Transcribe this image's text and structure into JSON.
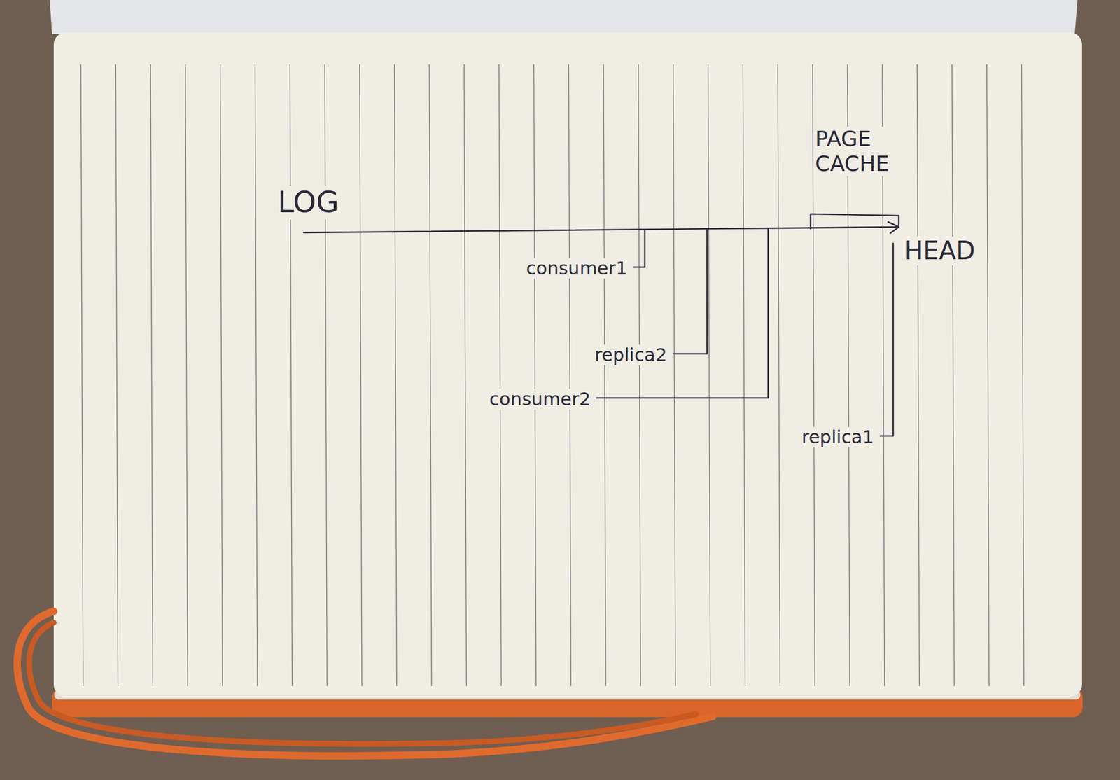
{
  "diagram": {
    "labels": [
      "LOG",
      "PAGE CACHE",
      "HEAD",
      "consumer1",
      "replica2",
      "consumer2",
      "replica1"
    ]
  }
}
